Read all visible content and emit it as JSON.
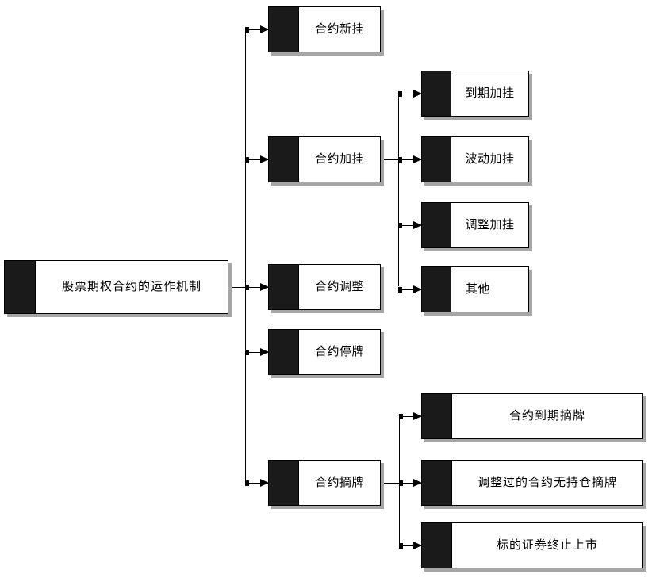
{
  "diagram": {
    "type": "tree",
    "orientation": "left-to-right",
    "root": {
      "id": "root",
      "label": "股票期权合约的运作机制"
    },
    "level2": [
      {
        "id": "n-new",
        "label": "合约新挂"
      },
      {
        "id": "n-add",
        "label": "合约加挂"
      },
      {
        "id": "n-adjust",
        "label": "合约调整"
      },
      {
        "id": "n-suspend",
        "label": "合约停牌"
      },
      {
        "id": "n-delist",
        "label": "合约摘牌"
      }
    ],
    "children_of_add": [
      {
        "id": "n-add-expiry",
        "label": "到期加挂"
      },
      {
        "id": "n-add-volatility",
        "label": "波动加挂"
      },
      {
        "id": "n-add-adjust",
        "label": "调整加挂"
      },
      {
        "id": "n-add-other",
        "label": "其他"
      }
    ],
    "children_of_delist": [
      {
        "id": "n-delist-expiry",
        "label": "合约到期摘牌"
      },
      {
        "id": "n-delist-noposition",
        "label": "调整过的合约无持仓摘牌"
      },
      {
        "id": "n-delist-underlying",
        "label": "标的证券终止上市"
      }
    ],
    "colors": {
      "band": "#1a1a1a",
      "border": "#000000",
      "background": "#ffffff",
      "shadow": "#969696",
      "connector": "#000000"
    }
  }
}
